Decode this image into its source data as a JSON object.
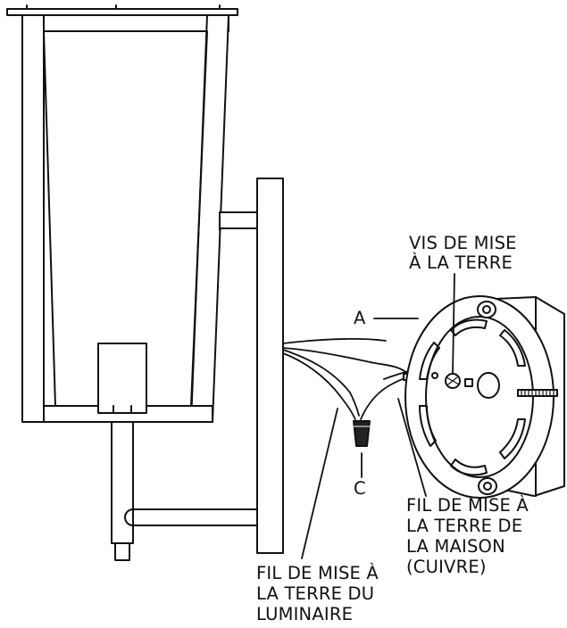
{
  "labels": {
    "grounding_screw": [
      "VIS DE MISE",
      "À LA TERRE"
    ],
    "callout_a": "A",
    "callout_c": "C",
    "house_ground_wire": [
      "FIL DE MISE À",
      "LA TERRE DE",
      "LA MAISON",
      "(CUIVRE)"
    ],
    "fixture_ground_wire": [
      "FIL DE MISE À",
      "LA TERRE DU",
      "LUMINAIRE"
    ]
  },
  "colors": {
    "line": "#111111",
    "paper": "#ffffff",
    "connector": "#222222"
  }
}
